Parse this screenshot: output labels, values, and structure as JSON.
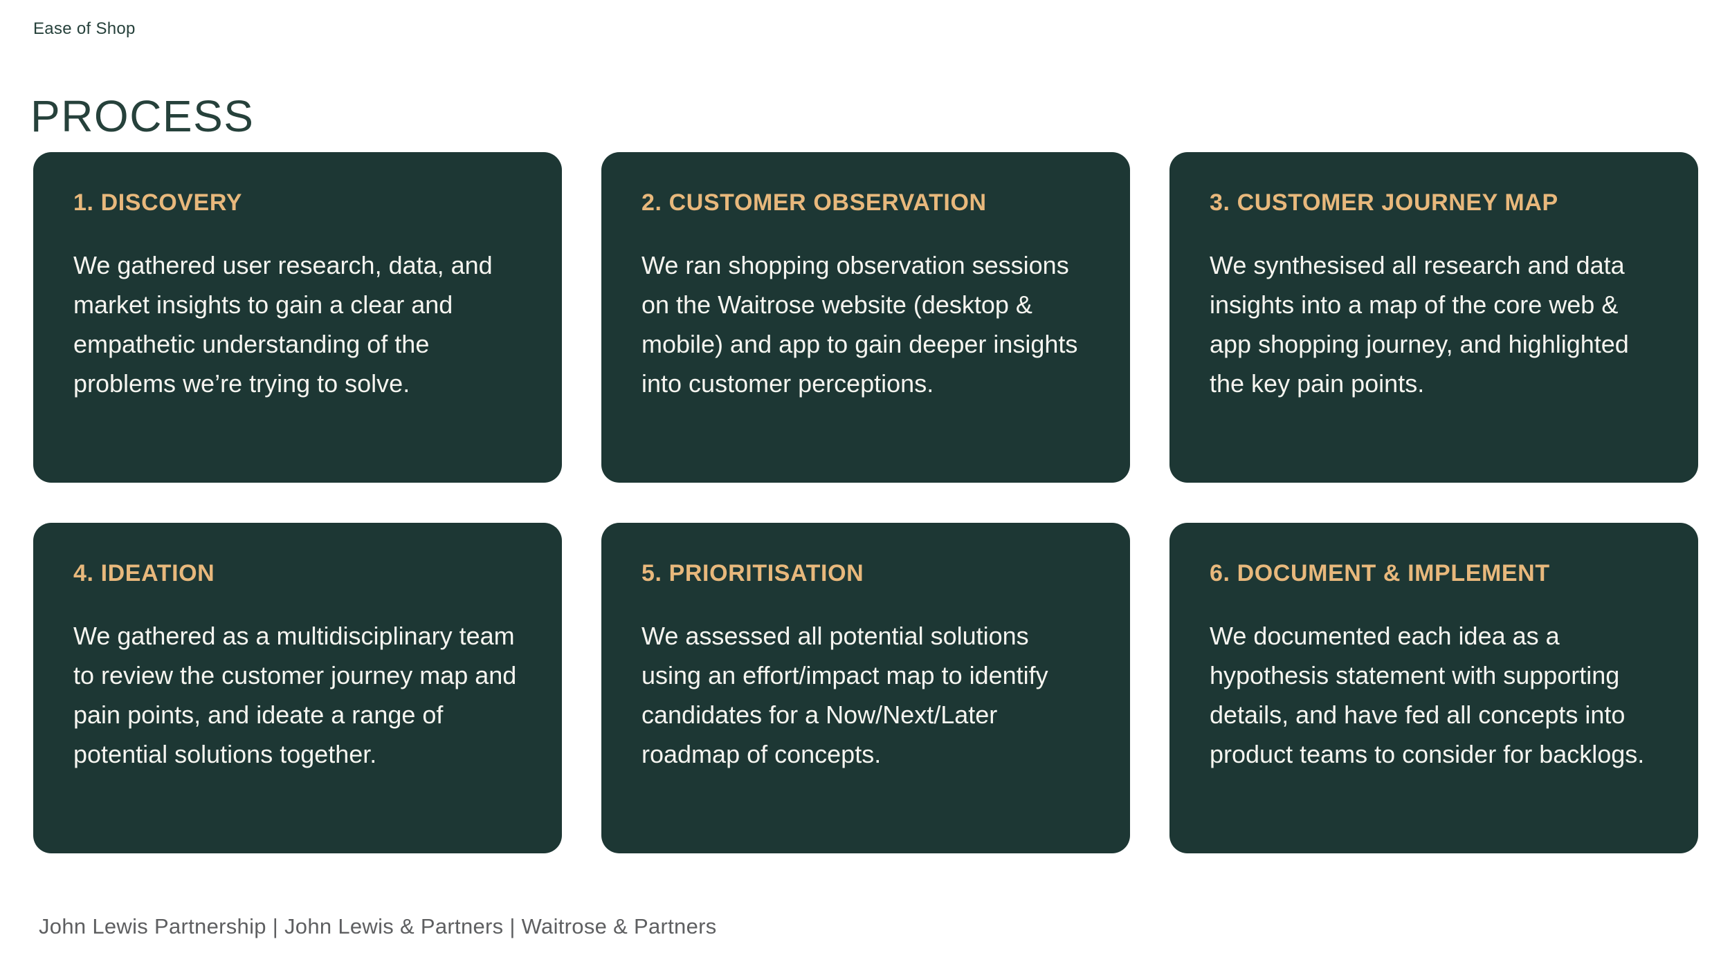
{
  "page": {
    "eyebrow": "Ease of Shop",
    "title": "PROCESS"
  },
  "cards": [
    {
      "heading": "1. DISCOVERY",
      "body": "We gathered user research, data, and market insights to gain a clear and empathetic understanding of the problems we’re trying to solve."
    },
    {
      "heading": "2. CUSTOMER OBSERVATION",
      "body": "We ran shopping observation sessions on the Waitrose website (desktop & mobile) and app to gain deeper insights into customer perceptions."
    },
    {
      "heading": "3. CUSTOMER JOURNEY MAP",
      "body": "We synthesised all research and data insights into a map of the core web & app shopping journey, and highlighted the key pain points."
    },
    {
      "heading": "4. IDEATION",
      "body": "We gathered as a multidisciplinary team to review the customer journey map and pain points, and ideate a range of potential solutions together."
    },
    {
      "heading": "5. PRIORITISATION",
      "body": "We assessed all potential solutions using an effort/impact map to identify candidates for a Now/Next/Later roadmap of concepts."
    },
    {
      "heading": "6. DOCUMENT & IMPLEMENT",
      "body": "We documented each idea as a hypothesis statement with supporting details, and have fed all concepts into product teams to consider for backlogs."
    }
  ],
  "footer": {
    "items": [
      "John Lewis Partnership",
      "John Lewis & Partners",
      "Waitrose & Partners"
    ],
    "display": "John Lewis Partnership  |  John Lewis & Partners  |  Waitrose & Partners"
  },
  "colors": {
    "card_bg": "#1d3734",
    "heading_gold": "#e8b87c",
    "title_green": "#26413b",
    "body_text": "#f6f5f0",
    "footer_gray": "#5e5f61",
    "page_bg": "#ffffff"
  }
}
